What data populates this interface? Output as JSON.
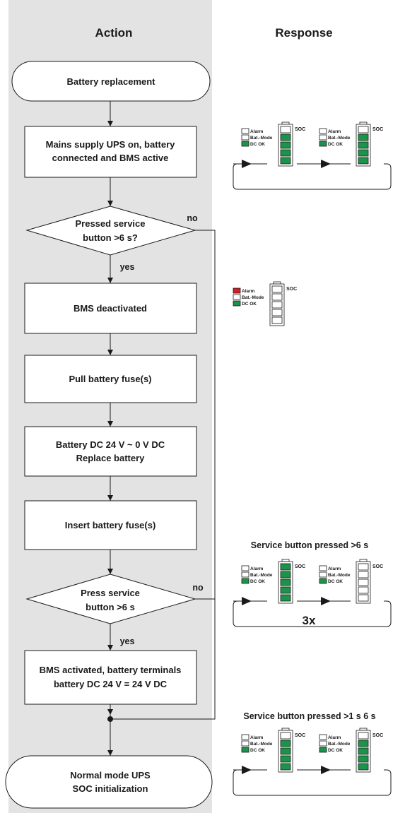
{
  "headers": {
    "action": "Action",
    "response": "Response"
  },
  "nodes": {
    "start": "Battery replacement",
    "mains_1": "Mains supply UPS on, battery",
    "mains_2": "connected and BMS active",
    "pressed_1": "Pressed service",
    "pressed_2": "button >6 s?",
    "deactivated": "BMS deactivated",
    "pull": "Pull battery fuse(s)",
    "replace_1": "Battery DC 24 V ~ 0 V DC",
    "replace_2": "Replace battery",
    "insert": "Insert battery fuse(s)",
    "press_1": "Press service",
    "press_2": "button >6 s",
    "activated_1": "BMS activated, battery terminals",
    "activated_2": "battery DC 24 V = 24 V DC",
    "end_1": "Normal mode UPS",
    "end_2": "SOC initialization"
  },
  "edge_labels": {
    "no_1": "no",
    "yes_1": "yes",
    "no_2": "no",
    "yes_2": "yes"
  },
  "indicators": {
    "alarm": "Alarm",
    "bat_mode": "Bat.-Mode",
    "dc_ok": "DC OK",
    "soc": "SOC"
  },
  "responses": {
    "caption_2": "Service button pressed >6 s",
    "repeat_2": "3x",
    "caption_3": "Service button pressed >1 s 6 s"
  },
  "colors": {
    "lane": "#e3e3e3",
    "green": "#1a9448",
    "red": "#d21f26",
    "line": "#1a1a1a"
  }
}
